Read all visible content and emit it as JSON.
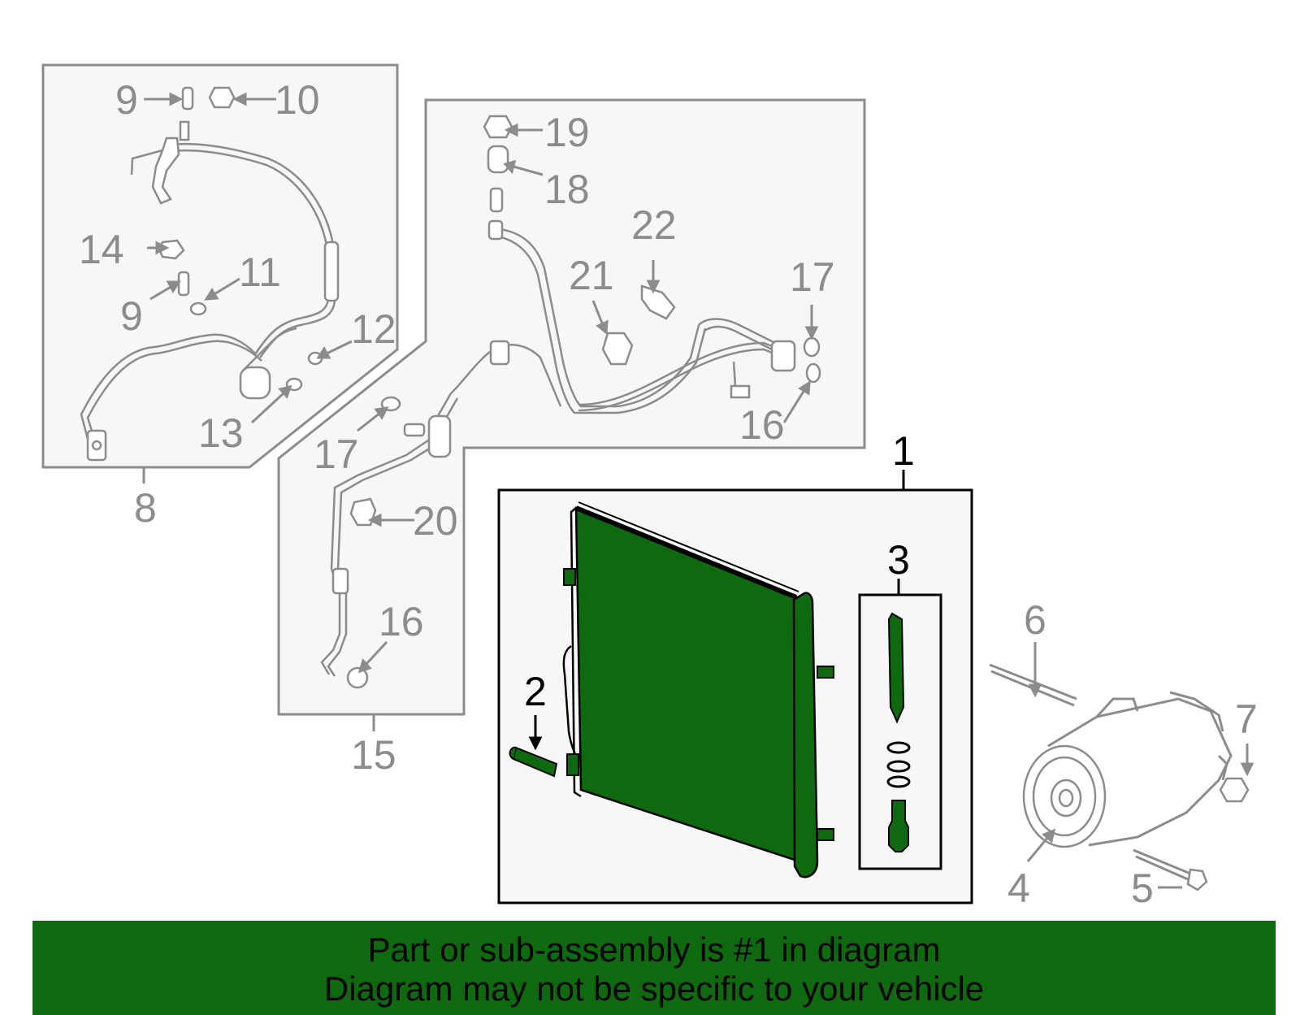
{
  "diagram": {
    "callouts": {
      "c1": "1",
      "c2": "2",
      "c3": "3",
      "c4": "4",
      "c5": "5",
      "c6": "6",
      "c7": "7",
      "c8": "8",
      "c9a": "9",
      "c9b": "9",
      "c10": "10",
      "c11": "11",
      "c12": "12",
      "c13": "13",
      "c14": "14",
      "c15": "15",
      "c16a": "16",
      "c16b": "16",
      "c17a": "17",
      "c17b": "17",
      "c18": "18",
      "c19": "19",
      "c20": "20",
      "c21": "21",
      "c22": "22"
    },
    "colors": {
      "highlight": "#0f6a0f",
      "line_gray": "#8c8c8c",
      "panel_fill": "#f7f7f7"
    }
  },
  "banner": {
    "line1": "Part or sub-assembly is #1 in diagram",
    "line2": "Diagram may not be specific to your vehicle"
  }
}
